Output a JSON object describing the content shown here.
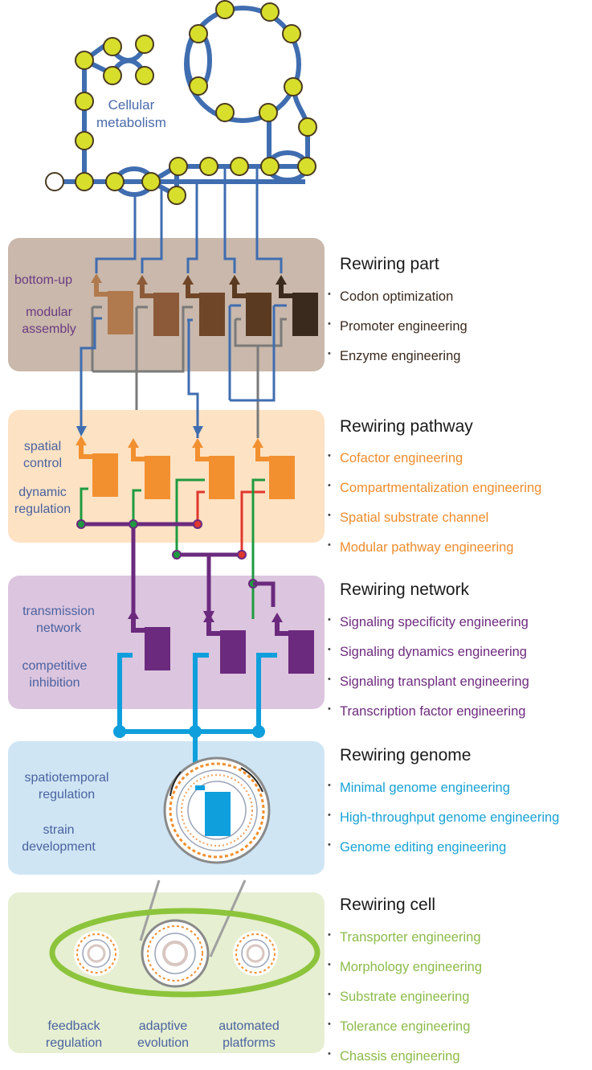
{
  "metabolism_label": [
    "Cellular",
    "metabolism"
  ],
  "colors": {
    "metabolism_line": "#3f6db0",
    "metabolite_fill": "#d8de2c",
    "part_bg": "#c9b8ab",
    "pathway_bg": "#fde2c4",
    "network_bg": "#dcc5de",
    "genome_bg": "#cfe5f4",
    "cell_bg": "#e6efd1",
    "part_text": "#3a2a1e",
    "pathway_text": "#ef8c2c",
    "network_text": "#6e2b7e",
    "genome_text": "#17a2d5",
    "cell_text": "#8cbb4a",
    "side_text": "#4a62a0",
    "part_side_text": "#6a3a80",
    "orange_gene": "#f29030",
    "purple_gene": "#6b2a7e",
    "cyan_gene": "#0f9fdc",
    "green_reg": "#1e9a40",
    "red_reg": "#e0382e",
    "gray_line": "#7a7a7a",
    "cell_ellipse": "#8cc43c"
  },
  "panels": [
    {
      "id": "part",
      "title": "Rewiring part",
      "side_labels": [
        "bottom-up",
        "modular assembly"
      ],
      "bullets": [
        "Codon optimization",
        "Promoter engineering",
        "Enzyme engineering"
      ]
    },
    {
      "id": "pathway",
      "title": "Rewiring pathway",
      "side_labels": [
        "spatial control",
        "dynamic regulation"
      ],
      "bullets": [
        "Cofactor engineering",
        "Compartmentalization engineering",
        "Spatial substrate channel",
        "Modular pathway engineering"
      ]
    },
    {
      "id": "network",
      "title": "Rewiring network",
      "side_labels": [
        "transmission network",
        "competitive inhibition"
      ],
      "bullets": [
        "Signaling specificity engineering",
        "Signaling dynamics engineering",
        "Signaling transplant engineering",
        "Transcription factor engineering"
      ]
    },
    {
      "id": "genome",
      "title": "Rewiring genome",
      "side_labels": [
        "spatiotemporal regulation",
        "strain development"
      ],
      "bullets": [
        "Minimal genome engineering",
        "High-throughput genome engineering",
        "Genome editing engineering"
      ]
    },
    {
      "id": "cell",
      "title": "Rewiring cell",
      "side_labels": [
        "feedback regulation",
        "adaptive evolution",
        "automated platforms"
      ],
      "bullets": [
        "Transporter engineering",
        "Morphology engineering",
        "Substrate engineering",
        "Tolerance engineering",
        "Chassis engineering"
      ]
    }
  ],
  "part_gene_colors": [
    "#b07a4e",
    "#8c5a38",
    "#704628",
    "#5a3a20",
    "#3a2a1e"
  ]
}
